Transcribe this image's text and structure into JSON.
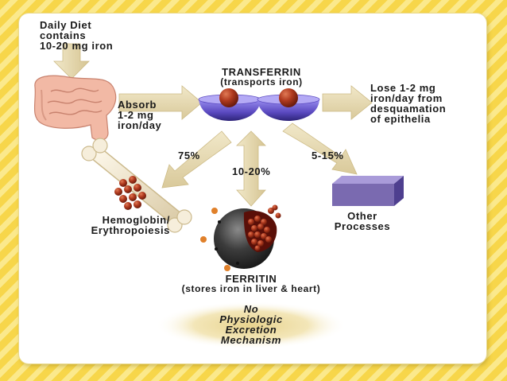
{
  "diagram": {
    "diet_text": "Daily Diet\ncontains\n10-20 mg iron",
    "absorb_text": "Absorb\n1-2 mg\niron/day",
    "transferrin_title": "TRANSFERRIN",
    "transferrin_subtitle": "(transports iron)",
    "loss_text": "Lose 1-2 mg\niron/day from\ndesquamation\nof epithelia",
    "pct_hemoglobin": "75%",
    "pct_ferritin": "10-20%",
    "pct_other": "5-15%",
    "hemoglobin_text": "Hemoglobin/\nErythropoiesis",
    "other_processes_text": "Other\nProcesses",
    "ferritin_title": "FERRITIN",
    "ferritin_subtitle": "(stores iron in liver & heart)",
    "no_excretion_text": "No\nPhysiologic\nExcretion\nMechanism"
  },
  "colors": {
    "background_stripe": "#f7d64a",
    "arrow_fill": "#e9dcb6",
    "dish_purple": "#6f5fd0",
    "iron_sphere": "#a8321c",
    "bone": "#f4e9d2",
    "intestine": "#f2b9a5",
    "ferritin_shell": "#303030",
    "other_box": "#7a6ab0"
  }
}
